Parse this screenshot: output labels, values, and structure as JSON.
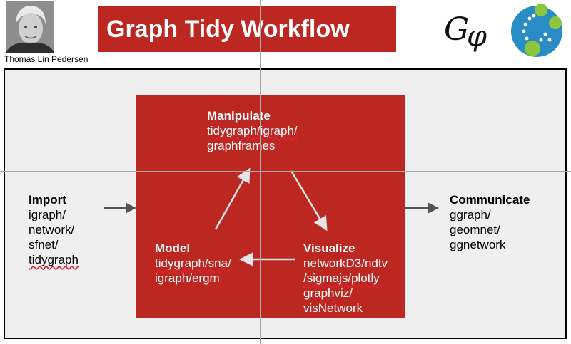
{
  "header": {
    "author": "Thomas Lin Pedersen",
    "title": "Graph Tidy Workflow"
  },
  "colors": {
    "accent": "#bd2721",
    "panel": "#efefef",
    "arrow_light": "#e6e6e6",
    "arrow_dark": "#555555"
  },
  "stages": {
    "import": {
      "heading": "Import",
      "lines": [
        "igraph/",
        "network/",
        "sfnet/",
        "tidygraph"
      ]
    },
    "manipulate": {
      "heading": "Manipulate",
      "lines": [
        "tidygraph/igraph/",
        "graphframes"
      ]
    },
    "model": {
      "heading": "Model",
      "lines": [
        "tidygraph/sna/",
        "igraph/ergm"
      ]
    },
    "visualize": {
      "heading": "Visualize",
      "lines": [
        "networkD3/ndtv",
        "/sigmajs/plotly",
        "graphviz/",
        "visNetwork"
      ]
    },
    "communicate": {
      "heading": "Communicate",
      "lines": [
        "ggraph/",
        "geomnet/",
        "ggnetwork"
      ]
    }
  },
  "icons": {
    "photo": "person-photo",
    "logo_left": "ggraph-logo",
    "logo_right": "network-logo"
  }
}
